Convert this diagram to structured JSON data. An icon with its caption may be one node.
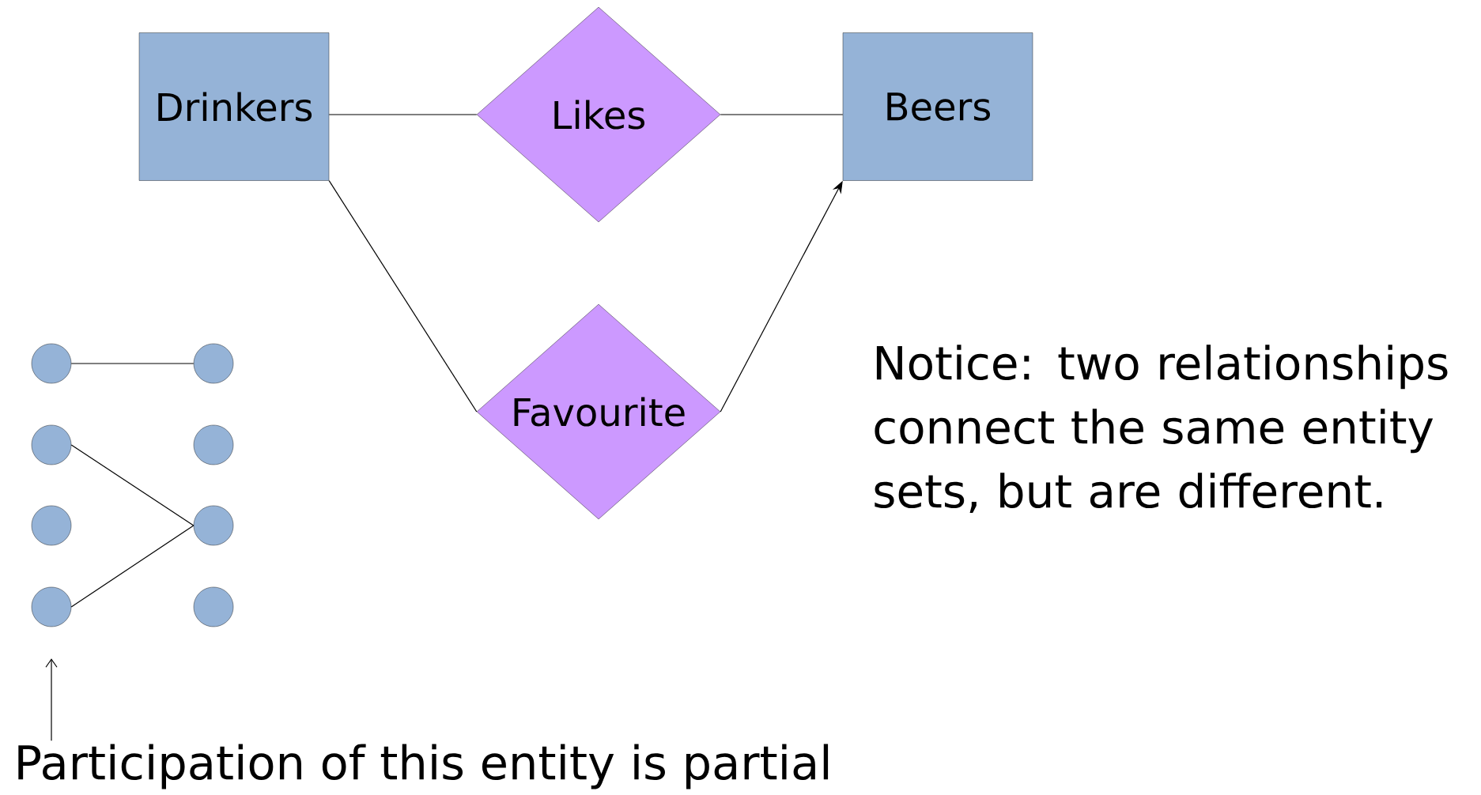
{
  "diagram": {
    "nodes": [
      {
        "text": [
          "Drinkers"
        ]
      },
      {
        "text": [
          "Likes"
        ]
      },
      {
        "text": [
          "Beers"
        ]
      },
      {
        "text": [
          "Favourite"
        ]
      },
      {
        "text": [],
        "shape": "circle"
      },
      {
        "text": [],
        "shape": "circle"
      },
      {
        "text": [],
        "shape": "circle"
      },
      {
        "text": [],
        "shape": "circle"
      },
      {
        "text": [],
        "shape": "circle"
      },
      {
        "text": [],
        "shape": "circle"
      },
      {
        "text": [],
        "shape": "circle"
      },
      {
        "text": [],
        "shape": "circle"
      },
      {
        "text": [
          "Participation of this entity is partial"
        ]
      }
    ],
    "edges": [
      {
        "from": 0,
        "to": 1,
        "arrow": "none"
      },
      {
        "from": 1,
        "to": 2,
        "arrow": "none"
      },
      {
        "from": 0,
        "to": 3,
        "arrow": "none"
      },
      {
        "from": 3,
        "to": 2,
        "arrow": "to"
      },
      {
        "from": 4,
        "to": 5,
        "arrow": "none"
      },
      {
        "from": 6,
        "to": 9,
        "arrow": "none"
      },
      {
        "from": 10,
        "to": 9,
        "arrow": "none"
      },
      {
        "from": 12,
        "to": 10,
        "arrow": "to"
      }
    ],
    "labels": [
      "Notice: two relationships connect the same entity sets, but are different."
    ]
  }
}
